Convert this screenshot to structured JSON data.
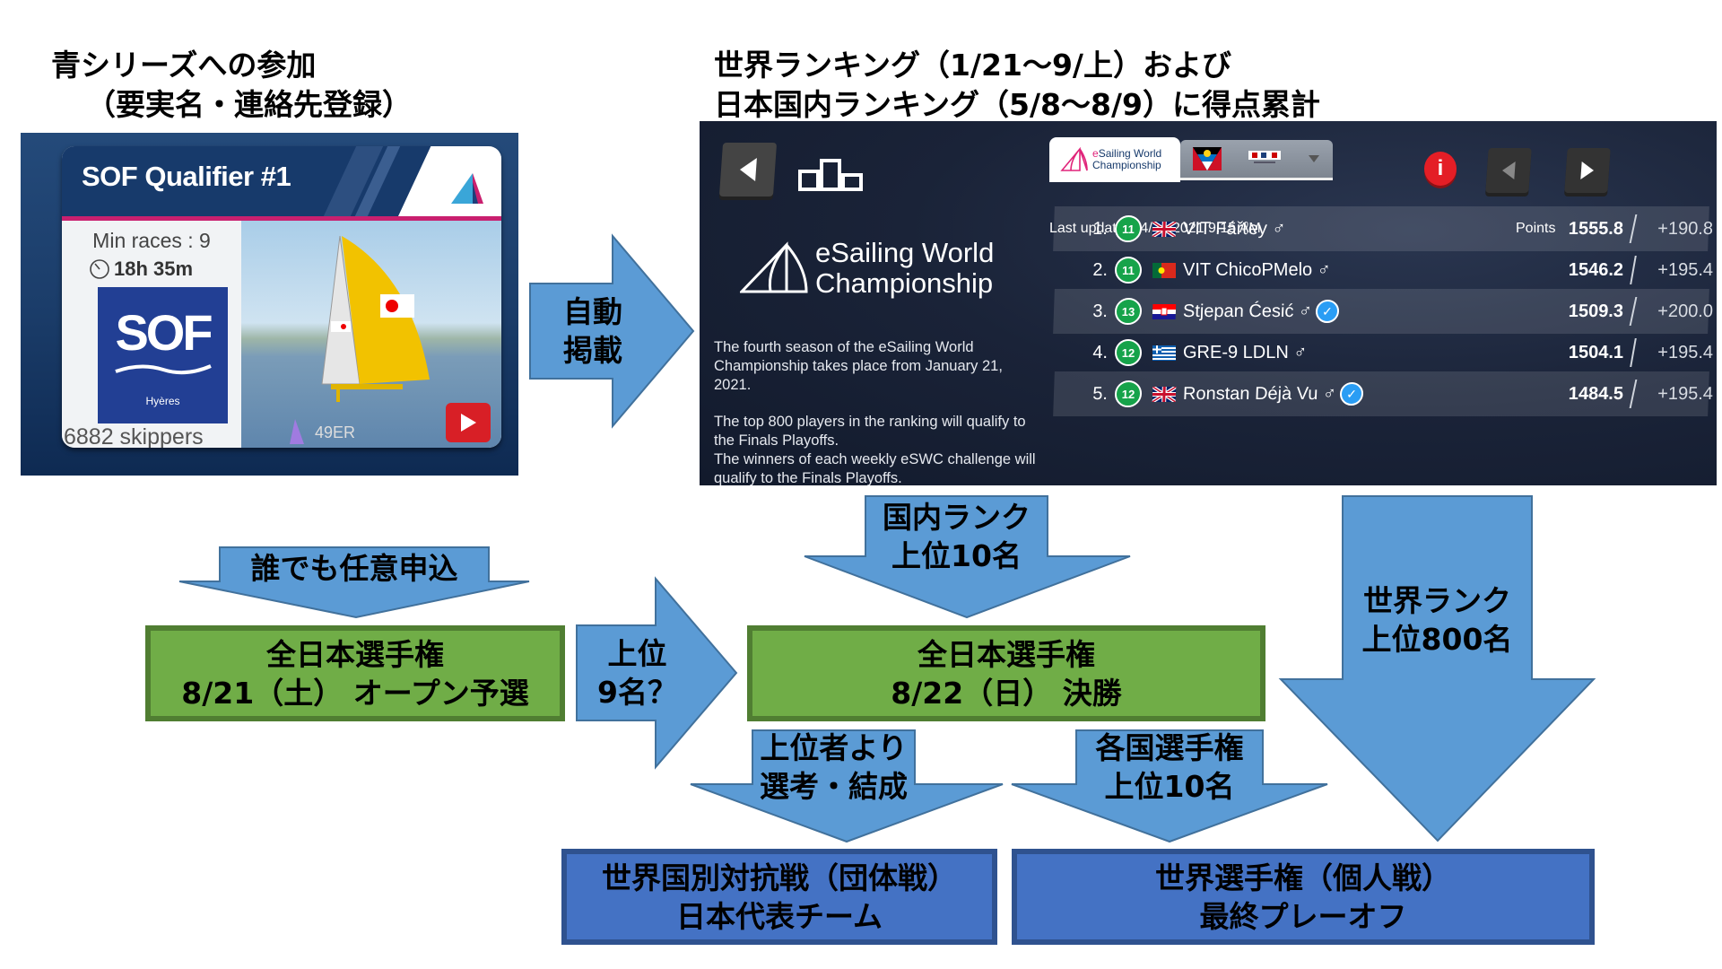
{
  "headings": {
    "left_line1": "青シリーズへの参加",
    "left_line2": "（要実名・連絡先登録）",
    "right_line1": "世界ランキング（1/21〜9/上）および",
    "right_line2": "日本国内ランキング（5/8〜8/9）に得点累計"
  },
  "sof_card": {
    "title": "SOF Qualifier #1",
    "min_races": "Min races : 9",
    "timer": "18h 35m",
    "logo_text": "SOF",
    "logo_sub": "Hyères",
    "skippers": "6882 skippers",
    "boat_class": "49ER",
    "icons": [
      "sail-logo-icon",
      "clock-icon",
      "boat-class-icon",
      "play-icon"
    ]
  },
  "ranking_panel": {
    "tab_active_line1_prefix": "e",
    "tab_active_line1": "Sailing World",
    "tab_active_line2": "Championship",
    "tab_country": "Antigua & Barbuda Sailing Association",
    "last_updated": "Last updated: 4/19/2021 9:15 AM",
    "points_header": "Points",
    "logo_line1": "eSailing World",
    "logo_line2": "Championship",
    "desc_p1": "The fourth season of the eSailing World Championship takes place from January 21, 2021.",
    "desc_p2a": "The top 800 players in the ranking will qualify to the Finals Playoffs.",
    "desc_p2b": "The winners of each weekly eSWC challenge will qualify to the Finals Playoffs.",
    "info_label": "i",
    "rows": [
      {
        "pos": "1.",
        "level": "11",
        "flag": "uk",
        "name": "VIT Fářℓey ♂",
        "verified": false,
        "points": "1555.8",
        "delta": "+190.8"
      },
      {
        "pos": "2.",
        "level": "11",
        "flag": "pt",
        "name": "VIT ChicoPMelo ♂",
        "verified": false,
        "points": "1546.2",
        "delta": "+195.4"
      },
      {
        "pos": "3.",
        "level": "13",
        "flag": "hr",
        "name": "Stjepan Ćesić ♂",
        "verified": true,
        "points": "1509.3",
        "delta": "+200.0"
      },
      {
        "pos": "4.",
        "level": "12",
        "flag": "gr",
        "name": "GRE-9 LDLN ♂",
        "verified": false,
        "points": "1504.1",
        "delta": "+195.4"
      },
      {
        "pos": "5.",
        "level": "12",
        "flag": "uk",
        "name": "Ronstan Déjà Vu ♂",
        "verified": true,
        "points": "1484.5",
        "delta": "+195.4"
      }
    ]
  },
  "flow": {
    "arrow_auto": [
      "自動",
      "掲載"
    ],
    "arrow_anyone": "誰でも任意申込",
    "arrow_top9": [
      "上位",
      "9名？"
    ],
    "arrow_domestic": [
      "国内ランク",
      "上位10名"
    ],
    "arrow_world": [
      "世界ランク",
      "上位800名"
    ],
    "arrow_select": [
      "上位者より",
      "選考・結成"
    ],
    "arrow_national": [
      "各国選手権",
      "上位10名"
    ],
    "box_open": [
      "全日本選手権",
      "8/21（土）  オープン予選"
    ],
    "box_final": [
      "全日本選手権",
      "8/22（日）  決勝"
    ],
    "box_team": [
      "世界国別対抗戦（団体戦）",
      "日本代表チーム"
    ],
    "box_individual": [
      "世界選手権（個人戦）",
      "最終プレーオフ"
    ]
  },
  "colors": {
    "arrow_fill": "#5b9bd5",
    "arrow_stroke": "#41719c",
    "green_fill": "#70ad47",
    "green_border": "#507e32",
    "blue_fill": "#4472c4",
    "blue_border": "#2f528f",
    "level_badge": "#16a34a",
    "info_red": "#e41e26",
    "esw_pink": "#e0247a"
  }
}
